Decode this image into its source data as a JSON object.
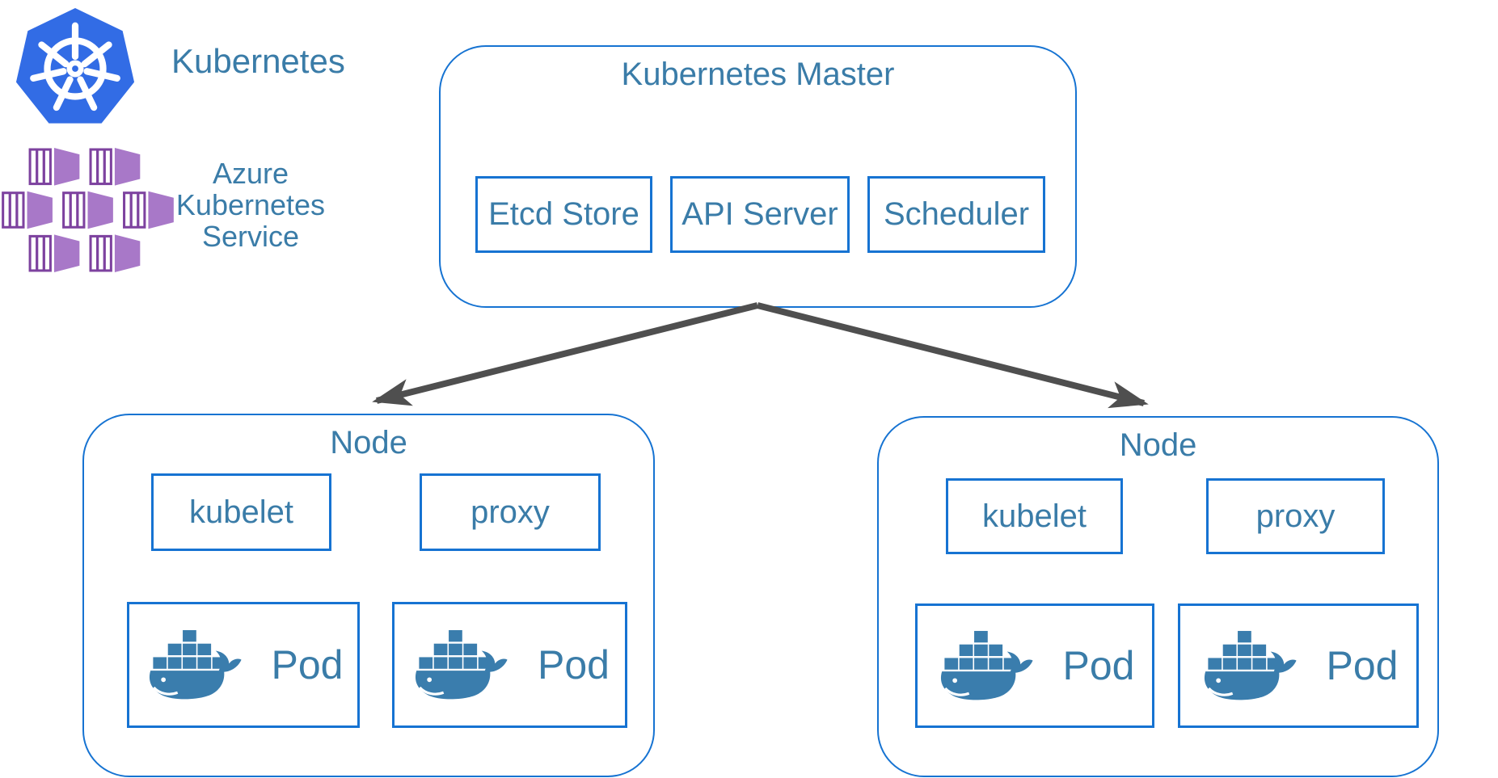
{
  "colors": {
    "border_blue": "#1673d2",
    "text_blue": "#3a7ca8",
    "arrow_gray": "#4f4f4f",
    "k8s_blue": "#326ce5",
    "aks_purple_outline": "#7d429f",
    "aks_purple_fill": "#a878c8",
    "docker_blue": "#3a7dad"
  },
  "branding": {
    "kubernetes_label": "Kubernetes",
    "aks_label_lines": [
      "Azure",
      "Kubernetes",
      "Service"
    ]
  },
  "icons": {
    "kubernetes_logo": "kubernetes-helm-wheel-heptagon",
    "aks_logo": "azure-kubernetes-service-containers",
    "docker": "docker-whale-with-containers"
  },
  "master": {
    "title": "Kubernetes Master",
    "components": [
      {
        "label": "Etcd Store"
      },
      {
        "label": "API Server"
      },
      {
        "label": "Scheduler"
      }
    ]
  },
  "nodes": [
    {
      "title": "Node",
      "components": [
        {
          "label": "kubelet"
        },
        {
          "label": "proxy"
        }
      ],
      "pods": [
        {
          "label": "Pod"
        },
        {
          "label": "Pod"
        }
      ]
    },
    {
      "title": "Node",
      "components": [
        {
          "label": "kubelet"
        },
        {
          "label": "proxy"
        }
      ],
      "pods": [
        {
          "label": "Pod"
        },
        {
          "label": "Pod"
        }
      ]
    }
  ]
}
